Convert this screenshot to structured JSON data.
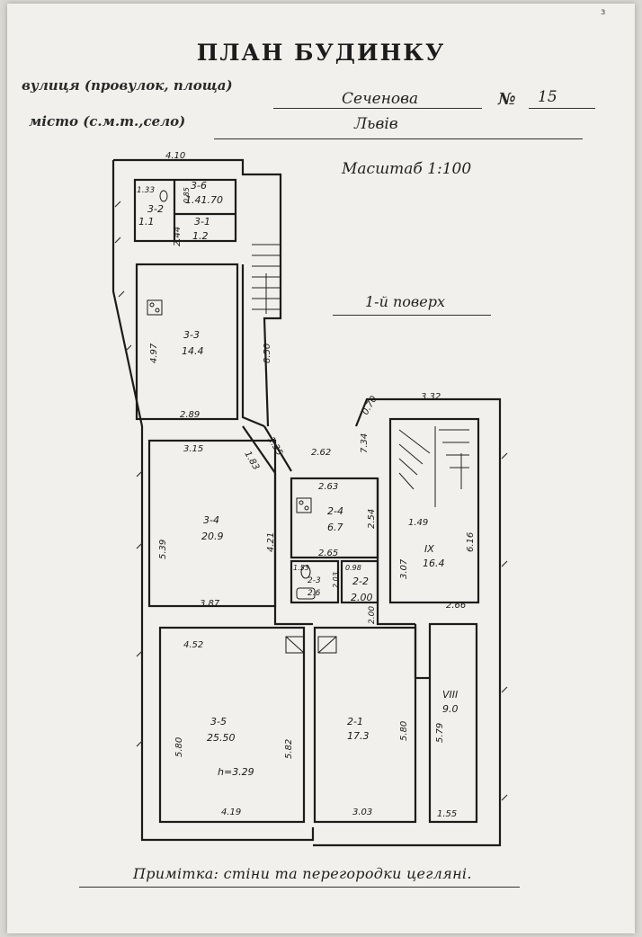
{
  "document": {
    "corner_mark": "з",
    "title": "ПЛАН БУДИНКУ",
    "street_label": "вулиця (провулок, площа)",
    "street_value": "Сеченова",
    "number_label": "№",
    "number_value": "15",
    "city_label": "місто (с.м.т.,село)",
    "city_value": "Львів",
    "scale": "Масштаб 1:100",
    "floor": "1-й поверх",
    "note": "Примітка: стіни та перегородки цегляні."
  },
  "rooms": [
    {
      "id": "3-6",
      "area": "1.41.70"
    },
    {
      "id": "3-2",
      "area": "1.1"
    },
    {
      "id": "3-1",
      "area": "1.2"
    },
    {
      "id": "3-3",
      "area": "14.4"
    },
    {
      "id": "3-4",
      "area": "20.9"
    },
    {
      "id": "3-5",
      "area": "25.50"
    },
    {
      "id": "2-4",
      "area": "6.7"
    },
    {
      "id": "2-3",
      "area": "2.6"
    },
    {
      "id": "2-2",
      "area": "2.00"
    },
    {
      "id": "2-1",
      "area": "17.3"
    },
    {
      "id": "IX",
      "area": "16.4"
    },
    {
      "id": "VIII",
      "area": "9.0"
    }
  ],
  "height_note": "h=3.29",
  "dimensions": {
    "d410": "4.10",
    "d133": "1.33",
    "d085": "0.85",
    "d244": "2.44",
    "d497": "4.97",
    "d289": "2.89",
    "d850": "8.50",
    "d135": "1.35",
    "d183": "1.83",
    "d315": "3.15",
    "d539": "5.39",
    "d421": "4.21",
    "d387": "3.87",
    "d452": "4.52",
    "d580a": "5.80",
    "d582": "5.82",
    "d419": "4.19",
    "d262": "2.62",
    "d263": "2.63",
    "d254": "2.54",
    "d265": "2.65",
    "d153": "1.53",
    "d098": "0.98",
    "d203": "2.03",
    "d200": "2.00",
    "d070": "0.70",
    "d332": "3.32",
    "d734": "7.34",
    "d149": "1.49",
    "d307": "3.07",
    "d616": "6.16",
    "d266": "2.66",
    "d580b": "5.80",
    "d579": "5.79",
    "d303": "3.03",
    "d155": "1.55"
  }
}
